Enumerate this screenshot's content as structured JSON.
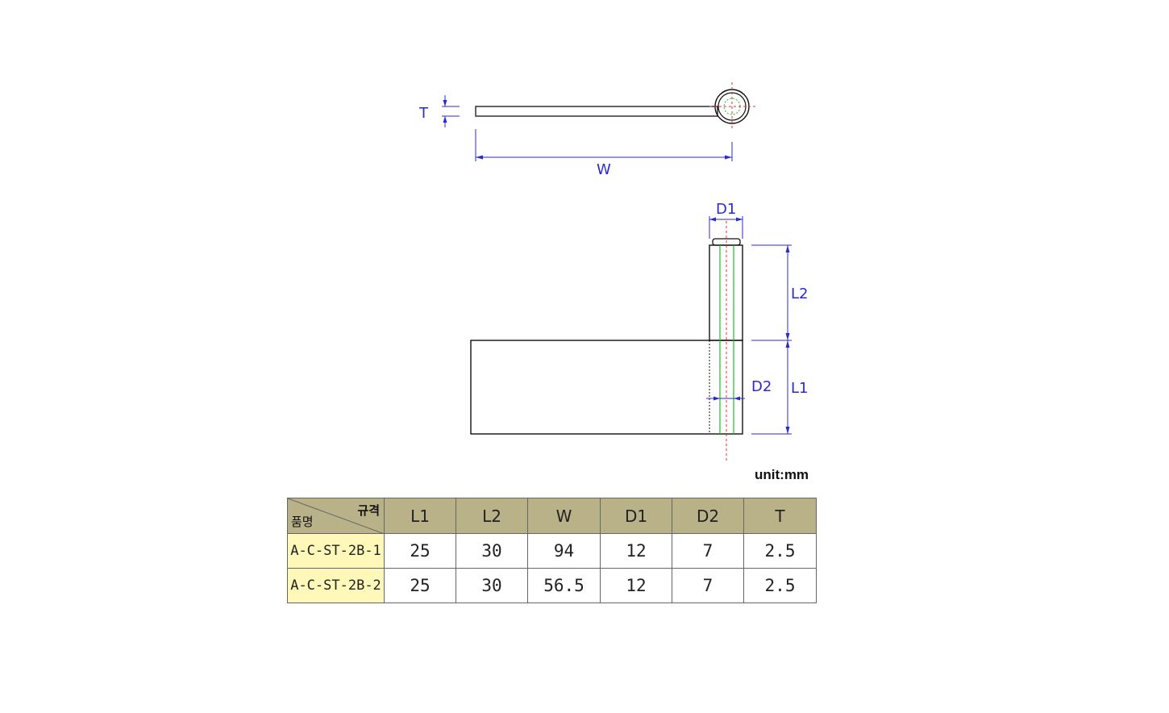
{
  "labels": {
    "thickness": "T",
    "width": "W",
    "pin_diameter": "D1",
    "bore_diameter": "D2",
    "length_2": "L2",
    "length_1": "L1",
    "unit": "unit:mm"
  },
  "table": {
    "corner_top": "규격",
    "corner_bottom": "품명",
    "headers": [
      "L1",
      "L2",
      "W",
      "D1",
      "D2",
      "T"
    ],
    "rows": [
      [
        "A-C-ST-2B-1",
        "25",
        "30",
        "94",
        "12",
        "7",
        "2.5"
      ],
      [
        "A-C-ST-2B-2",
        "25",
        "30",
        "56.5",
        "12",
        "7",
        "2.5"
      ]
    ]
  },
  "colors": {
    "outline": "#111111",
    "dimension": "#2a2ad0",
    "centerline": "#e03030",
    "hidden_line": "#22bb22",
    "header_bg": "#b9b289",
    "name_bg": "#fff8b8"
  }
}
